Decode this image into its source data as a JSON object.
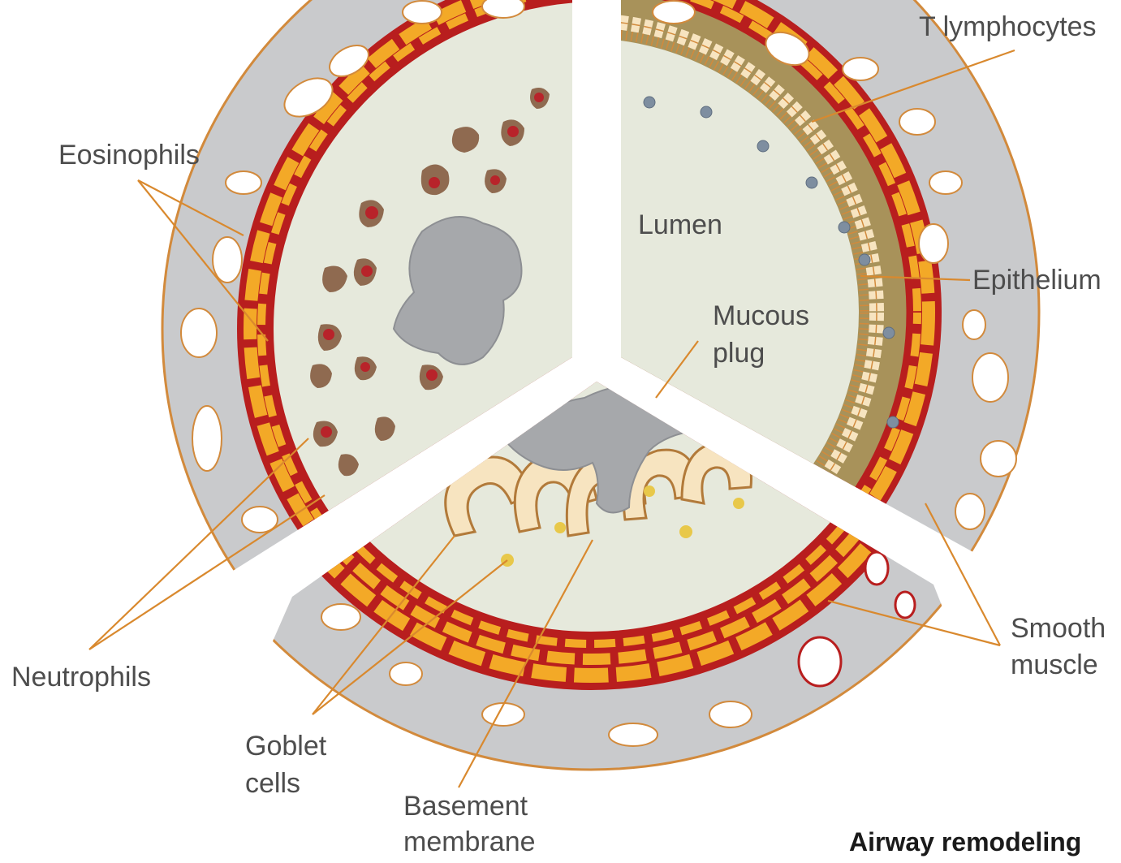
{
  "diagram": {
    "title": "Airway remodeling",
    "labels": {
      "eosinophils": "Eosinophils",
      "neutrophils": "Neutrophils",
      "goblet_line1": "Goblet",
      "goblet_line2": "cells",
      "basement_line1": "Basement",
      "basement_line2": "membrane",
      "t_lymphocytes": "T lymphocytes",
      "lumen": "Lumen",
      "mucous_line1": "Mucous",
      "mucous_line2": "plug",
      "epithelium": "Epithelium",
      "smooth_line1": "Smooth",
      "smooth_line2": "muscle"
    },
    "colors": {
      "tissue": "#c9cacc",
      "tissue_edge": "#d28a3c",
      "muscle_dark": "#b81e1e",
      "muscle_light": "#f3a927",
      "lumen": "#e6e9dc",
      "epithelium_band": "#a8925a",
      "epithelium_cell": "#f7e4c0",
      "mucus": "#a6a8ab",
      "leader": "#d9892e"
    }
  }
}
